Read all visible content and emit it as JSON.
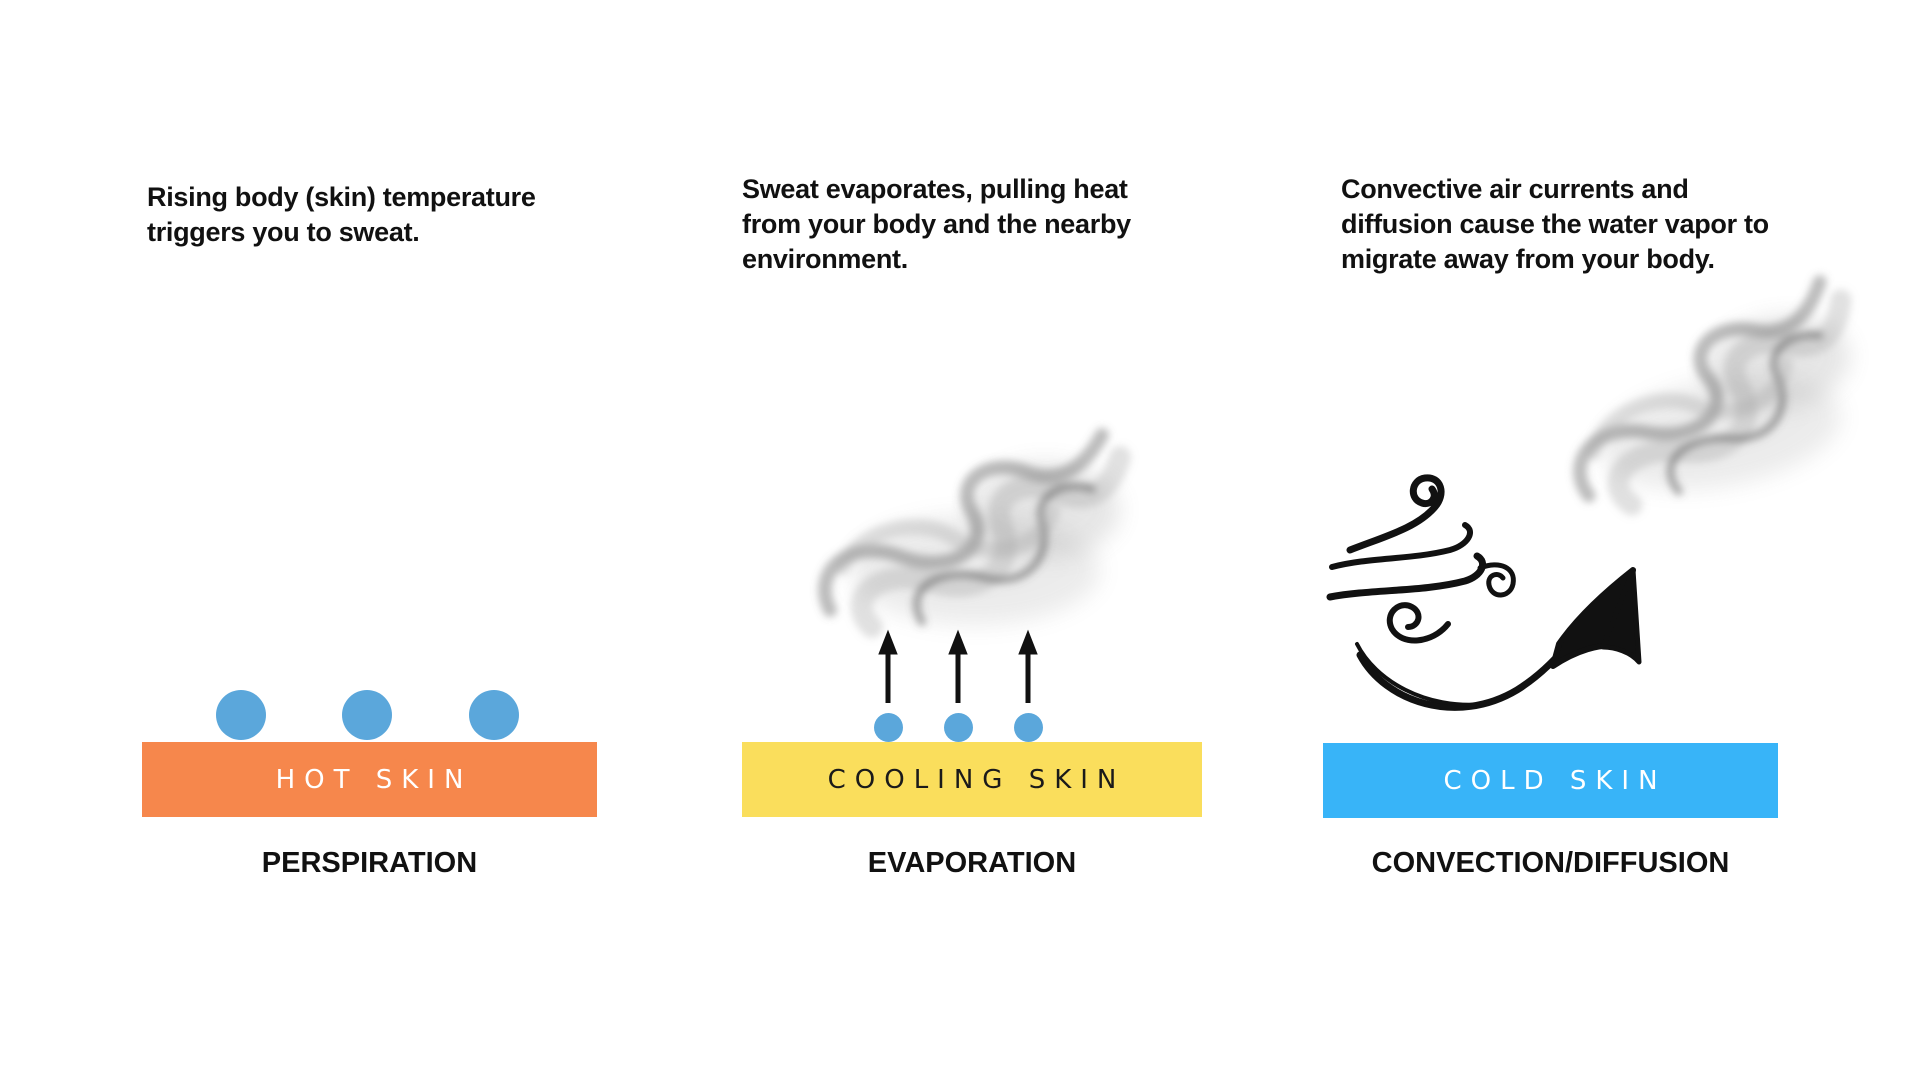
{
  "page": {
    "background_color": "#ffffff",
    "title": "Sweating heat-loss stages infographic"
  },
  "colors": {
    "heading_text": "#111111",
    "caption_text": "#111111",
    "droplet_blue": "#5BA7DB",
    "hot_skin_orange": "#F6874C",
    "cooling_skin_yellow": "#FADE5C",
    "cold_skin_blue": "#38B4F8",
    "label_on_warm": "#FFFFFF",
    "label_on_yellow": "#1A1A1A",
    "label_on_cold": "#FFFFFF",
    "ink_black": "#111111"
  },
  "panels": [
    {
      "name": "perspiration",
      "description": "Rising body (skin) temperature\ntriggers you to sweat.",
      "skin_label": "HOT SKIN",
      "caption": "PERSPIRATION"
    },
    {
      "name": "evaporation",
      "description": "Sweat evaporates, pulling heat\nfrom your body and the nearby\nenvironment.",
      "skin_label": "COOLING SKIN",
      "caption": "EVAPORATION"
    },
    {
      "name": "convection-diffusion",
      "description": "Convective air currents and\ndiffusion cause the water vapor to\nmigrate away from your body.",
      "skin_label": "COLD SKIN",
      "caption": "CONVECTION/DIFFUSION"
    }
  ],
  "icons": {
    "sweat-droplet": "filled blue circle",
    "up-arrow": "↑",
    "vapor-smoke": "gray smoke wisp",
    "wind-gust": "hand-drawn wind swirls",
    "direction-arrow": "hand-drawn curved arrow pointing up-right"
  }
}
